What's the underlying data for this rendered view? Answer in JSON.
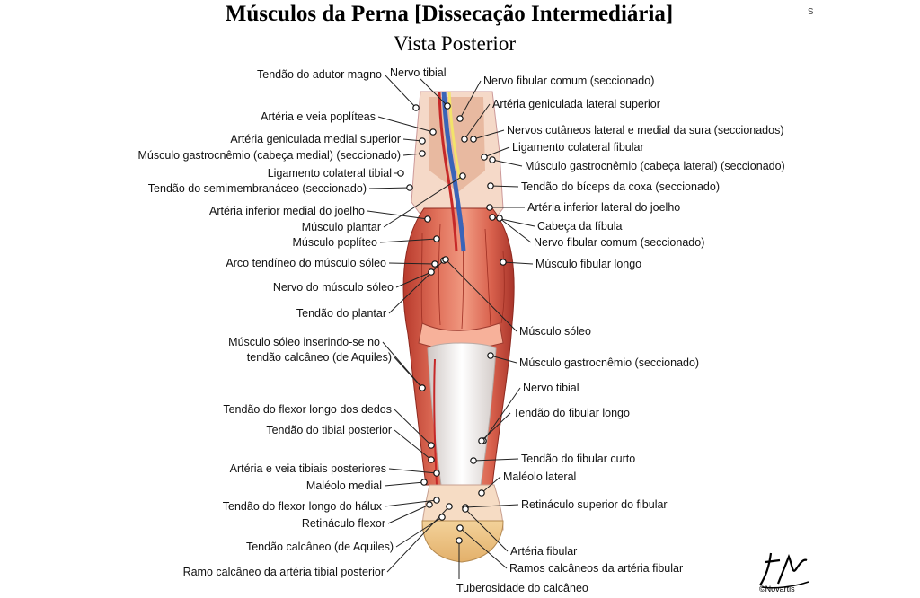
{
  "title": "Músculos da Perna [Dissecação Intermediária]",
  "subtitle": "Vista Posterior",
  "stray_mark": "s",
  "signature": "©Novartis",
  "labels_left": [
    "Tendão do adutor magno",
    "Artéria e veia poplíteas",
    "Artéria geniculada medial superior",
    "Músculo gastrocnêmio (cabeça medial) (seccionado)",
    "Ligamento colateral tibial",
    "Tendão do semimembranáceo (seccionado)",
    "Artéria inferior medial do joelho",
    "Músculo plantar",
    "Músculo poplíteo",
    "Arco tendíneo do músculo sóleo",
    "Nervo do músculo sóleo",
    "Tendão do plantar",
    "Músculo sóleo inserindo-se no",
    "tendão calcâneo (de Aquiles)",
    "Tendão do flexor longo dos dedos",
    "Tendão do tibial posterior",
    "Artéria e veia tibiais posteriores",
    "Maléolo medial",
    "Tendão do flexor longo do hálux",
    "Retináculo flexor",
    "Tendão calcâneo (de Aquiles)",
    "Ramo calcâneo da artéria tibial posterior"
  ],
  "labels_right": [
    "Nervo tibial",
    "Nervo fibular comum (seccionado)",
    "Artéria geniculada lateral superior",
    "Nervos cutâneos lateral e medial da sura (seccionados)",
    "Ligamento colateral fibular",
    "Músculo gastrocnêmio (cabeça lateral) (seccionado)",
    "Tendão do bíceps da coxa (seccionado)",
    "Artéria inferior lateral do joelho",
    "Cabeça da fíbula",
    "Nervo fibular comum (seccionado)",
    "Músculo fibular longo",
    "Músculo sóleo",
    "Músculo gastrocnêmio (seccionado)",
    "Nervo tibial",
    "Tendão do fibular longo",
    "Tendão do fibular curto",
    "Maléolo lateral",
    "Retináculo superior do fibular",
    "Artéria fibular",
    "Ramos calcâneos da artéria fibular",
    "Tuberosidade do calcâneo"
  ]
}
